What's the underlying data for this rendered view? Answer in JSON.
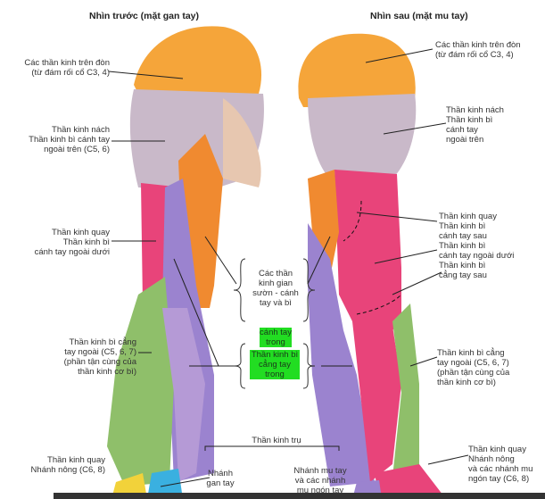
{
  "titles": {
    "front": "Nhìn trước (mặt gan tay)",
    "back": "Nhìn sau (mặt mu tay)"
  },
  "front_labels": {
    "supraclavicular": "Các thần kinh trên đòn\n(từ đám rối cổ C3, 4)",
    "axillary": "Thần kinh nách\nThần kinh bì cánh tay\nngoài trên (C5, 6)",
    "radial": "Thần kinh quay\nThần kinh bì\ncánh tay ngoài dưới",
    "lateral_forearm": "Thần kinh bì cẳng\ntay ngoài (C5, 6, 7)\n(phần tận cùng của\nthần kinh cơ bì)",
    "superficial_radial": "Thần kinh quay\nNhánh nông (C6, 8)",
    "palmar_branch": "Nhánh\ngan tay"
  },
  "back_labels": {
    "supraclavicular": "Các thần kinh trên đòn\n(từ đám rối cổ C3, 4)",
    "axillary": "Thần kinh nách\nThần kinh bì\ncánh tay\nngoài trên",
    "radial_group": "Thần kinh quay\nThần kinh bì\ncánh tay sau\nThần kinh bì\ncánh tay ngoài dưới\nThần kinh bì\ncẳng tay sau",
    "lateral_forearm": "Thần kinh bì cẳng\ntay ngoài (C5, 6, 7)\n(phần tận cùng của\nthần kinh cơ bì)",
    "superficial_radial": "Thần kinh quay\nNhánh nông\nvà các nhánh mu\nngón tay (C6, 8)",
    "dorsal_branch": "Nhánh mu tay\nvà các nhánh\nmu ngón tay"
  },
  "center_labels": {
    "intercostobrachial_1": "Các thần\nkinh gian\nsườn - cánh\ntay và bì",
    "intercostobrachial_2": "cánh tay\ntrong",
    "medial_forearm": "Thần kinh bì\ncẳng tay\ntrong",
    "ulnar": "Thần kinh trụ"
  },
  "colors": {
    "supraclavicular": "#f5a53a",
    "axillary": "#c9b9c9",
    "radial": "#e8447a",
    "intercosto": "#f08a30",
    "medial": "#9b83cf",
    "musculocutaneous": "#8fbf6a",
    "ulnar_yellow": "#f2d23a",
    "median_blue": "#3ab0e0",
    "highlight": "#22dd22"
  }
}
